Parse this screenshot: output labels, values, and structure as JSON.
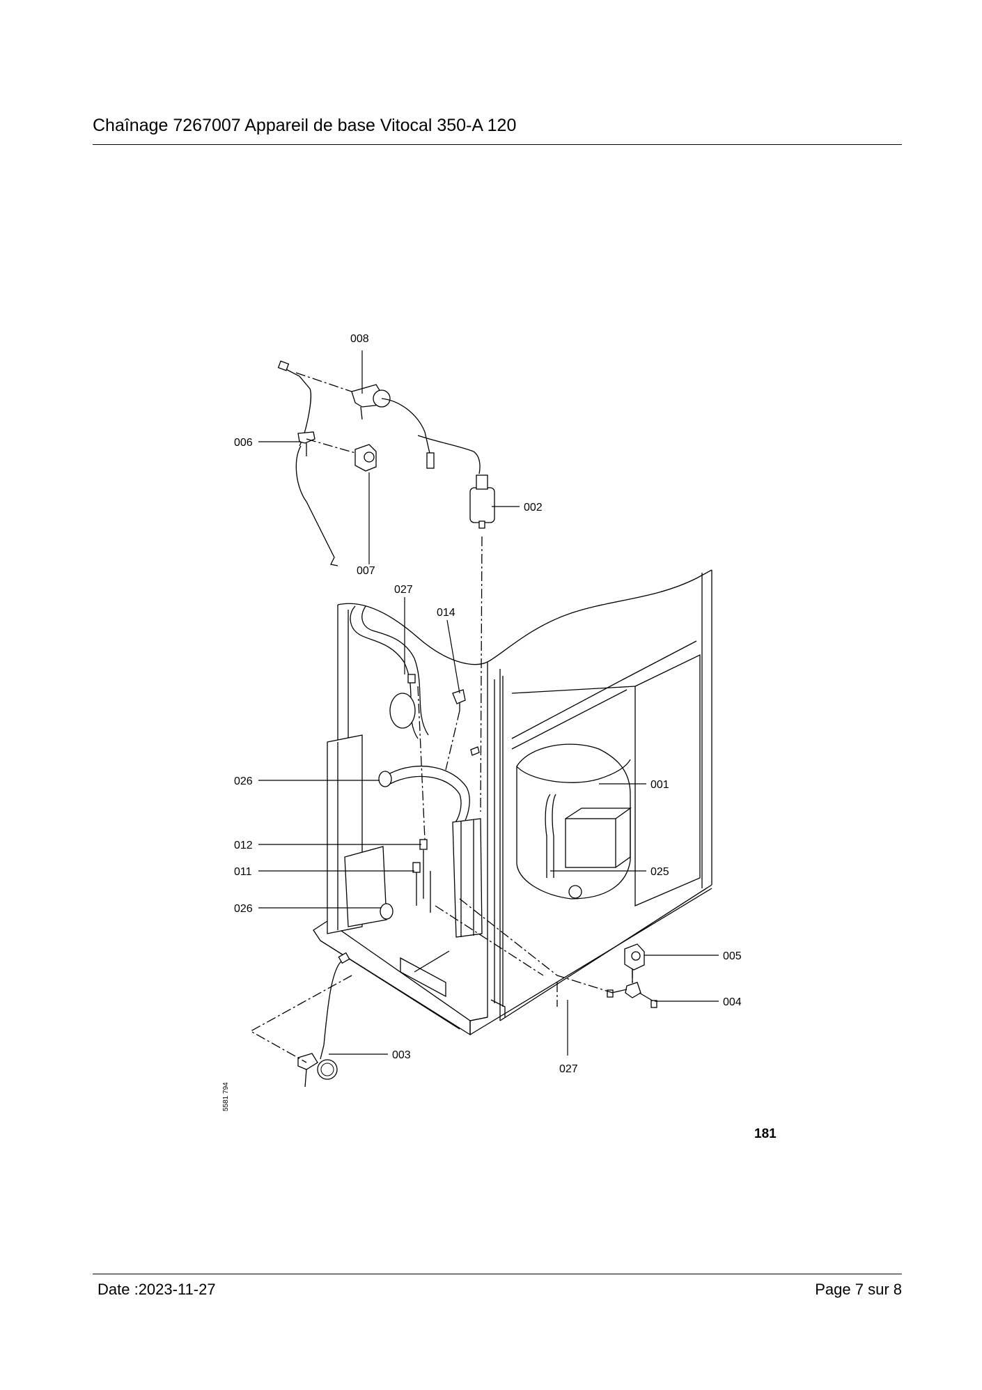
{
  "header": {
    "title": "Chaînage 7267007 Appareil de base Vitocal 350-A 120"
  },
  "figure": {
    "callouts": [
      "008",
      "006",
      "007",
      "002",
      "027",
      "014",
      "026",
      "001",
      "012",
      "011",
      "025",
      "026",
      "005",
      "004",
      "003",
      "027"
    ],
    "drawing_ref": "5581 794",
    "figure_number": "181"
  },
  "footer": {
    "date": "Date :2023-11-27",
    "page": "Page 7 sur  8"
  }
}
